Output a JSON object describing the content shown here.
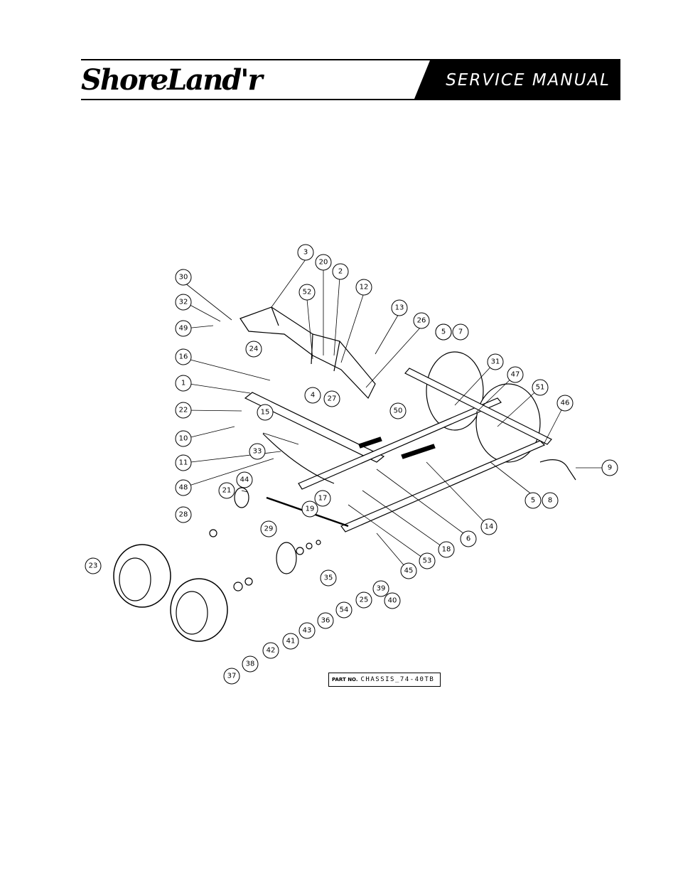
{
  "header": {
    "logo_text": "ShoreLand'r",
    "title": "SERVICE MANUAL"
  },
  "diagram": {
    "callouts": [
      "1",
      "2",
      "3",
      "4",
      "5",
      "5",
      "5",
      "6",
      "7",
      "8",
      "9",
      "10",
      "11",
      "12",
      "13",
      "14",
      "15",
      "16",
      "17",
      "18",
      "19",
      "20",
      "21",
      "22",
      "23",
      "24",
      "25",
      "26",
      "27",
      "28",
      "29",
      "30",
      "31",
      "32",
      "33",
      "35",
      "36",
      "37",
      "38",
      "39",
      "40",
      "41",
      "42",
      "43",
      "44",
      "45",
      "46",
      "47",
      "48",
      "49",
      "50",
      "51",
      "52",
      "53",
      "54"
    ]
  },
  "part_number": {
    "label": "PART NO.",
    "value": "CHASSIS_74-40TB"
  }
}
